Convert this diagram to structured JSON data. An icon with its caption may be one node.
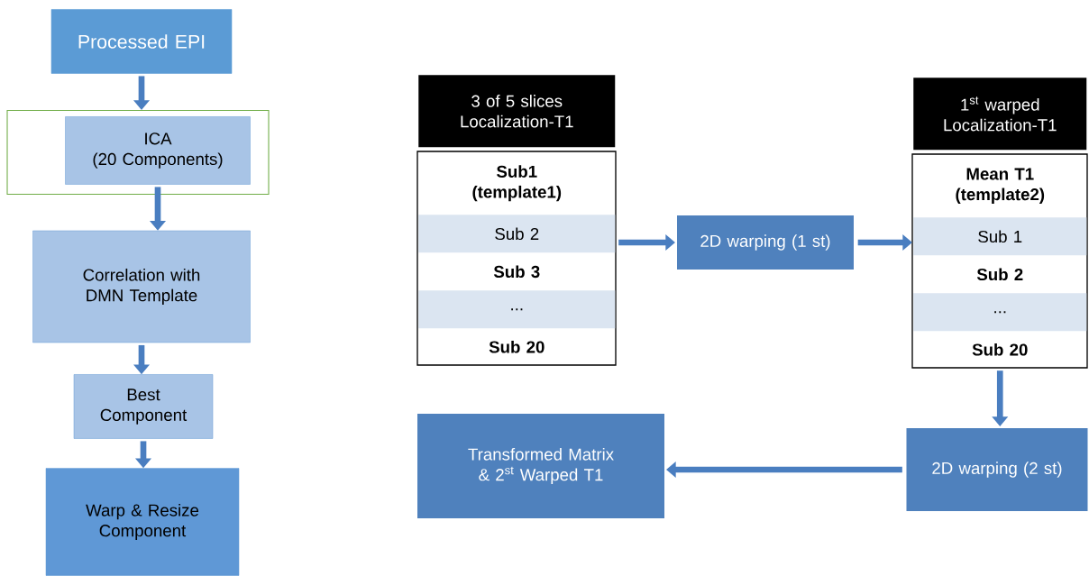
{
  "diagram": {
    "nodes": [
      {
        "text": [
          "Processed EPI"
        ]
      },
      {
        "text": [],
        "shape": "box"
      },
      {
        "text": [
          "ICA",
          "(20 Components)"
        ],
        "in": 1
      },
      {
        "text": [
          "Correlation with DMN Template"
        ]
      },
      {
        "text": [
          "Best Component"
        ]
      },
      {
        "text": [
          "Warp & Resize Component"
        ]
      },
      {
        "text": [
          "3 of 5 slices Localization-T1",
          "Sub1 (template1)",
          "Sub 2",
          "Sub 3",
          "...",
          "Sub 20"
        ]
      },
      {
        "text": [
          "2D warping (1 st)"
        ]
      },
      {
        "text": [
          "1$^{st}$ warped Localization-T1",
          "Mean T1 (template2)",
          "Sub 1",
          "Sub 2",
          "...",
          "Sub 20"
        ]
      },
      {
        "text": [
          "2D warping (2 st)"
        ]
      },
      {
        "text": [
          "Transformed Matrix & 2$^{st}$ Warped T1"
        ]
      }
    ],
    "edges": [
      {
        "from": 0,
        "to": 1,
        "arrow": "to"
      },
      {
        "from": 2,
        "to": 3,
        "arrow": "to"
      },
      {
        "from": 3,
        "to": 4,
        "arrow": "to"
      },
      {
        "from": 4,
        "to": 5,
        "arrow": "to"
      },
      {
        "from": 6,
        "to": 7,
        "arrow": "to"
      },
      {
        "from": 7,
        "to": 8,
        "arrow": "to"
      },
      {
        "from": 8,
        "to": 9,
        "arrow": "to"
      },
      {
        "from": 9,
        "to": 10,
        "arrow": "to"
      }
    ]
  }
}
